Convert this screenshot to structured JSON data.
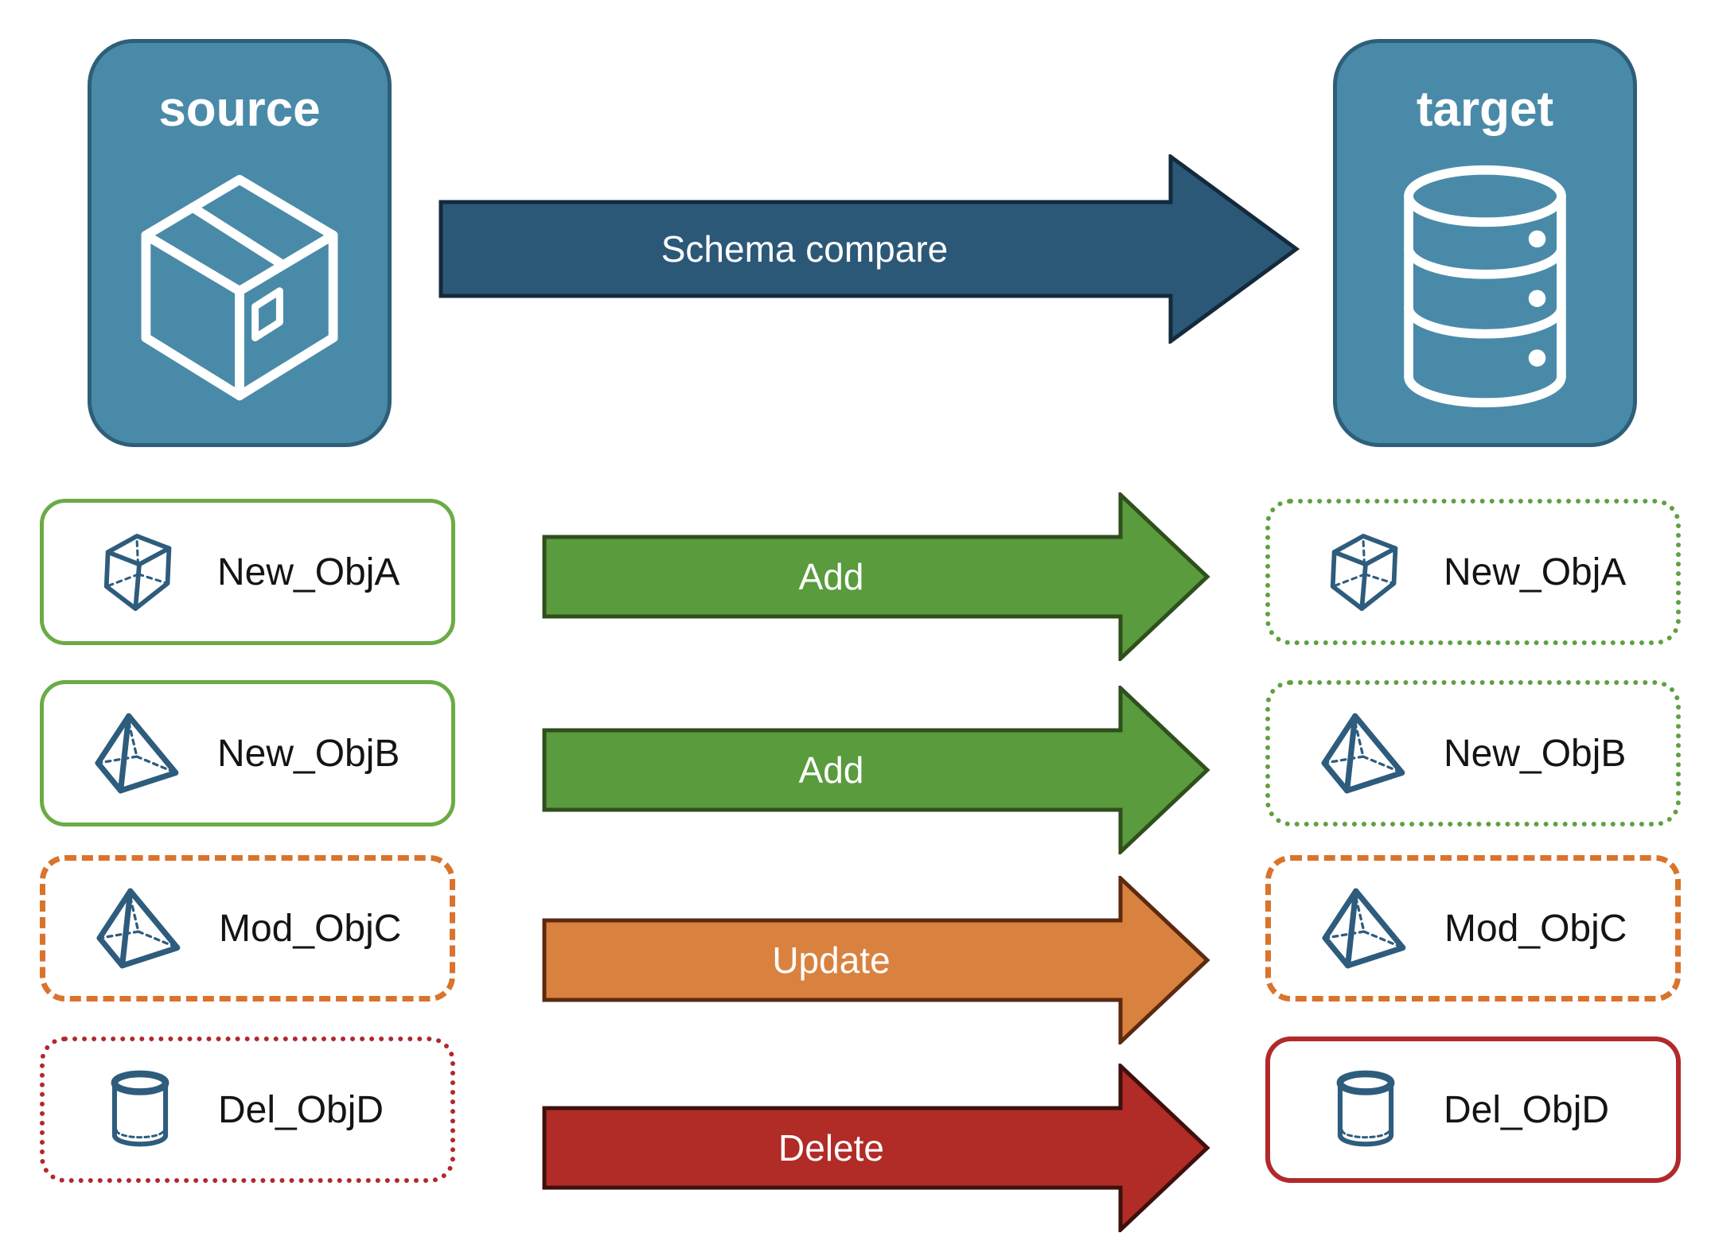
{
  "source": {
    "title": "source",
    "icon": "package-icon"
  },
  "target": {
    "title": "target",
    "icon": "database-icon"
  },
  "main_arrow": {
    "label": "Schema compare",
    "fill": "#2C5878",
    "outline": "#14293C"
  },
  "rows": [
    {
      "name": "New_ObjA",
      "icon": "cube-icon",
      "action": "Add",
      "arrow_fill": "#599B3D",
      "arrow_stroke": "#2F4F1D",
      "source_border_color": "#6BAB45",
      "source_border_style": "solid",
      "target_border_color": "#5FA041",
      "target_border_style": "dotted"
    },
    {
      "name": "New_ObjB",
      "icon": "pyramid-icon",
      "action": "Add",
      "arrow_fill": "#599B3D",
      "arrow_stroke": "#2F4F1D",
      "source_border_color": "#6BAB45",
      "source_border_style": "solid",
      "target_border_color": "#5FA041",
      "target_border_style": "dotted"
    },
    {
      "name": "Mod_ObjC",
      "icon": "pyramid-icon",
      "action": "Update",
      "arrow_fill": "#D9823F",
      "arrow_stroke": "#5B2A10",
      "source_border_color": "#DA732C",
      "source_border_style": "dashed",
      "target_border_color": "#DA732C",
      "target_border_style": "dashed"
    },
    {
      "name": "Del_ObjD",
      "icon": "cylinder-icon",
      "action": "Delete",
      "arrow_fill": "#B12B27",
      "arrow_stroke": "#3D100E",
      "source_border_color": "#B1292B",
      "source_border_style": "dotted",
      "target_border_color": "#B1292B",
      "target_border_style": "solid"
    }
  ],
  "colors": {
    "endpoint_fill": "#4A8AA9",
    "endpoint_border": "#2E5F78",
    "endpoint_icon_stroke": "#FFFFFF",
    "object_icon_stroke": "#2E5C7D",
    "label_text": "#141414",
    "arrow_text": "#FFFFFF"
  }
}
